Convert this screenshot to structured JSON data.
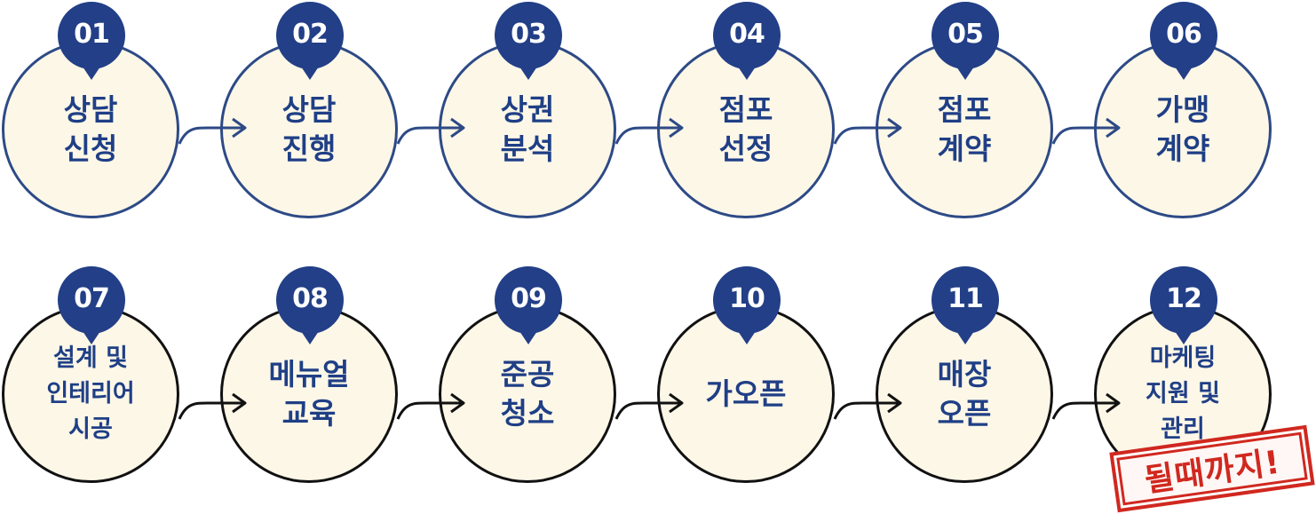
{
  "steps": [
    {
      "num": "01",
      "label": "상담\n신청",
      "row": 1
    },
    {
      "num": "02",
      "label": "상담\n진행",
      "row": 1
    },
    {
      "num": "03",
      "label": "상권\n분석",
      "row": 1
    },
    {
      "num": "04",
      "label": "점포\n선정",
      "row": 1
    },
    {
      "num": "05",
      "label": "점포\n계약",
      "row": 1
    },
    {
      "num": "06",
      "label": "가맹\n계약",
      "row": 1
    },
    {
      "num": "07",
      "label": "설계 및\n인테리어\n시공",
      "row": 2
    },
    {
      "num": "08",
      "label": "메뉴얼\n교육",
      "row": 2
    },
    {
      "num": "09",
      "label": "준공\n청소",
      "row": 2
    },
    {
      "num": "10",
      "label": "가오픈",
      "row": 2
    },
    {
      "num": "11",
      "label": "매장\n오픈",
      "row": 2
    },
    {
      "num": "12",
      "label": "마케팅\n지원 및\n관리",
      "row": 2
    }
  ],
  "stamp": {
    "text": "될때까지!"
  },
  "colors": {
    "navy": "#223f87",
    "cream": "#fdf7e7",
    "row2_ring": "#111111",
    "stamp_red": "#d0281f"
  }
}
